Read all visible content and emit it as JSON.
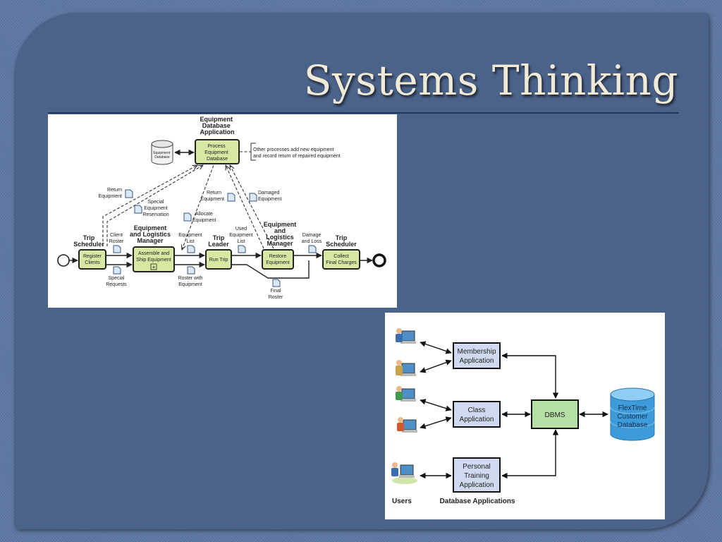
{
  "slide": {
    "title": "Systems Thinking"
  },
  "process_diagram": {
    "equipment_app_title": [
      "Equipment",
      "Database",
      "Application"
    ],
    "equipment_db": [
      "Equipment",
      "Database"
    ],
    "process_box": [
      "Process",
      "Equipment",
      "Database"
    ],
    "note": [
      "Other processes add new equipment",
      "and record return of repaired equipment"
    ],
    "lanes": {
      "trip_scheduler_1": [
        "Trip",
        "Scheduler"
      ],
      "equipment_manager_1": [
        "Equipment",
        "and Logistics",
        "Manager"
      ],
      "trip_leader": [
        "Trip",
        "Leader"
      ],
      "equipment_manager_2": [
        "Equipment",
        "and",
        "Logistics",
        "Manager"
      ],
      "trip_scheduler_2": [
        "Trip",
        "Scheduler"
      ]
    },
    "activities": {
      "register": [
        "Register",
        "Clients"
      ],
      "assemble": [
        "Assemble and",
        "Ship Equipment"
      ],
      "assemble_marker": "+",
      "run_trip": "Run Trip",
      "restore": [
        "Restore",
        "Equipment"
      ],
      "collect": [
        "Collect",
        "Final Charges"
      ]
    },
    "documents": {
      "return_equipment_1": [
        "Return",
        "Equipment"
      ],
      "special_reservation": [
        "Special",
        "Equipment",
        "Reservation"
      ],
      "client_roster": [
        "Client",
        "Roster"
      ],
      "special_requests": [
        "Special",
        "Requests"
      ],
      "allocate_equipment": [
        "Allocate",
        "Equipment"
      ],
      "equipment_list": [
        "Equipment",
        "List"
      ],
      "roster_with_equipment": [
        "Roster with",
        "Equipment"
      ],
      "return_equipment_2": [
        "Return",
        "Equipment"
      ],
      "damaged_equipment": [
        "Damaged",
        "Equipment"
      ],
      "used_equipment_list": [
        "Used",
        "Equipment",
        "List"
      ],
      "damage_and_loss": [
        "Damage",
        "and Loss"
      ],
      "final_roster": [
        "Final",
        "Roster"
      ]
    }
  },
  "dbms_diagram": {
    "apps": {
      "membership": [
        "Membership",
        "Application"
      ],
      "class": [
        "Class",
        "Application"
      ],
      "personal_training": [
        "Personal",
        "Training",
        "Application"
      ]
    },
    "dbms": "DBMS",
    "database": [
      "FlexTime",
      "Customer",
      "Database"
    ],
    "users_caption": "Users",
    "apps_caption": "Database Applications"
  }
}
